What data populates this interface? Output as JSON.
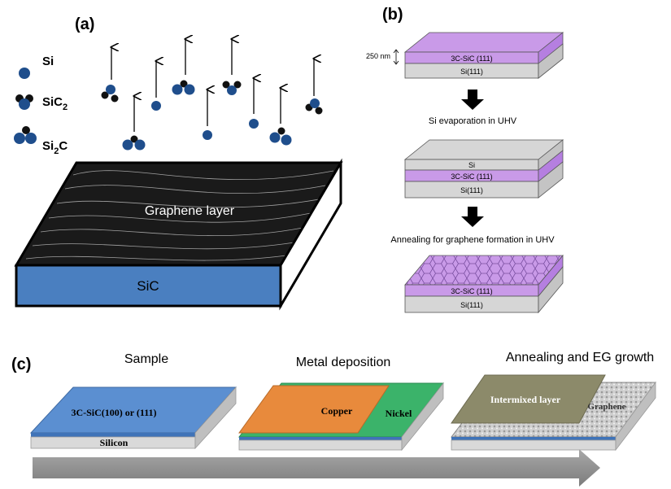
{
  "panel_a": {
    "label": "(a)",
    "legend": [
      {
        "name": "Si",
        "sub": "",
        "tail": ""
      },
      {
        "name": "SiC",
        "sub": "2",
        "tail": ""
      },
      {
        "name": "Si",
        "sub": "2",
        "tail": "C"
      }
    ],
    "graphene_label": "Graphene layer",
    "substrate_label": "SiC",
    "colors": {
      "atom_si": "#1f4e8c",
      "atom_c": "#111111",
      "substrate": "#4a7fc0",
      "graphene": "#1a1a1a"
    }
  },
  "panel_b": {
    "label": "(b)",
    "thickness_label": "250 nm",
    "stack1": {
      "top": "3C-SiC (111)",
      "bottom": "Si(111)"
    },
    "step1": "Si evaporation in UHV",
    "stack2": {
      "top": "Si",
      "middle": "3C-SiC (111)",
      "bottom": "Si(111)"
    },
    "step2": "Annealing for graphene formation in UHV",
    "stack3": {
      "top": "3C-SiC (111)",
      "bottom": "Si(111)"
    },
    "colors": {
      "sic": "#c99ae8",
      "si": "#d6d6d6"
    }
  },
  "panel_c": {
    "label": "(c)",
    "titles": [
      "Sample",
      "Metal deposition",
      "Annealing and EG growth"
    ],
    "sample_top": "3C-SiC(100) or (111)",
    "sample_bottom": "Silicon",
    "copper": "Copper",
    "nickel": "Nickel",
    "intermixed": "Intermixed layer",
    "graphene": "Graphene",
    "colors": {
      "sic": "#5b8fd1",
      "copper": "#e88a3c",
      "nickel": "#3bb36a",
      "intermixed": "#8c8a6a",
      "arrow": "#8f8f8f"
    }
  }
}
